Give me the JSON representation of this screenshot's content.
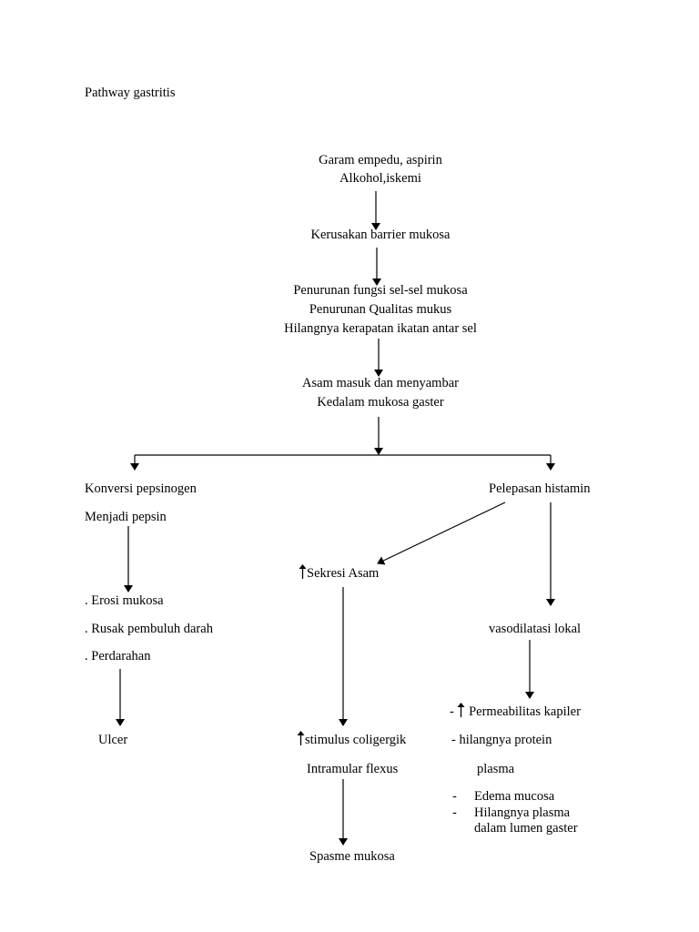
{
  "title": "Pathway gastritis",
  "flow": {
    "causes": [
      "Garam empedu, aspirin",
      "Alkohol,iskemi"
    ],
    "barrier": "Kerusakan barrier mukosa",
    "decline": [
      "Penurunan fungsi sel-sel mukosa",
      "Penurunan Qualitas mukus",
      "Hilangnya kerapatan ikatan antar sel"
    ],
    "acid": [
      "Asam masuk dan menyambar",
      "Kedalam mukosa gaster"
    ]
  },
  "left": {
    "conversion": [
      "Konversi pepsinogen",
      "Menjadi pepsin"
    ],
    "effects": [
      ". Erosi mukosa",
      ". Rusak pembuluh darah",
      ". Perdarahan"
    ],
    "result": "Ulcer"
  },
  "middle": {
    "acid_secretion": "Sekresi Asam",
    "stimulus": "stimulus coligergik",
    "plexus": "Intramular flexus",
    "result": "Spasme mukosa"
  },
  "right": {
    "histamine": "Pelepasan histamin",
    "vasodilation": "vasodilatasi lokal",
    "permeability_dash": "-",
    "permeability": "Permeabilitas kapiler",
    "protein_loss": [
      "-  hilangnya protein",
      "plasma"
    ],
    "bullets": [
      "Edema mucosa",
      "Hilangnya plasma",
      "dalam lumen gaster"
    ],
    "bullet_dash": "-"
  },
  "colors": {
    "text": "#000000",
    "line": "#000000",
    "background": "#ffffff"
  }
}
